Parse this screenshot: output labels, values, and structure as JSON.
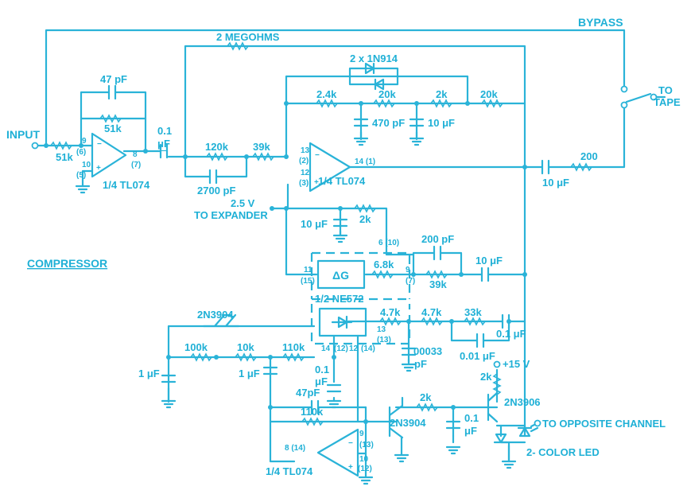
{
  "labels": {
    "bypass": "BYPASS",
    "two_megohms": "2 MEGOHMS",
    "diodes": "2 x 1N914",
    "to_tape_1": "TO",
    "to_tape_2": "TAPE",
    "input": "INPUT",
    "c47pf_top": "47 pF",
    "r51k_fb": "51k",
    "r51k_in": "51k",
    "c01uf_in_1": "0.1",
    "c01uf_in_2": "μF",
    "r120k": "120k",
    "r39k_a": "39k",
    "c2700pf": "2700 pF",
    "r24k": "2.4k",
    "r20k_a": "20k",
    "r2k_a": "2k",
    "r20k_b": "20k",
    "c470pf": "470 pF",
    "c10uf_a": "10 μF",
    "c10uf_out": "10 μF",
    "r200": "200",
    "tl074_1": "1/4 TL074",
    "tl074_2": "1/4 TL074",
    "tl074_3": "1/4 TL074",
    "v25_1": "2.5 V",
    "v25_2": "TO EXPANDER",
    "c10uf_b": "10 μF",
    "r2k_b": "2k",
    "c200pf": "200 pF",
    "c10uf_c": "10 μF",
    "compressor": "COMPRESSOR",
    "delta_g": "ΔG",
    "r68k": "6.8k",
    "r39k_b": "39k",
    "ne572": "1/2 NE572",
    "r47k_a": "4.7k",
    "r47k_b": "4.7k",
    "r33k": "33k",
    "c01uf_b": "0.1 μF",
    "c00033_1": "00033",
    "c00033_2": "pF",
    "c001uf": "0.01 μF",
    "q2n3904_top": "2N3904",
    "r100k": "100k",
    "r10k": "10k",
    "r110k_a": "110k",
    "c1uf_a": "1 μF",
    "c1uf_b": "1 μF",
    "c01uf_c_1": "0.1",
    "c01uf_c_2": "μF",
    "v15": "+15 V",
    "r2k_c": "2k",
    "q2n3906": "2N3906",
    "c47pf_b": "47pF",
    "r2k_d": "2k",
    "r110k_b": "110k",
    "q2n3904_b": "2N3904",
    "c01uf_d_1": "0.1",
    "c01uf_d_2": "μF",
    "opposite": "TO OPPOSITE CHANNEL",
    "led": "2- COLOR LED"
  },
  "pins": {
    "p9": "9",
    "p6": "(6)",
    "p10": "10",
    "p5": "(5)",
    "p8": "8",
    "p7": "(7)",
    "p13": "13",
    "p2": "(2)",
    "p12": "12",
    "p3": "(3)",
    "p14_1": "14 (1)",
    "p6_10": "6 (10)",
    "p11": "11",
    "p15": "(15)",
    "p9b": "9",
    "p7b": "(7)",
    "p13b": "13",
    "p13c": "(13)",
    "p14b": "14",
    "p12b": "(12)",
    "p12c": "12",
    "p14c": "(14)",
    "p8_14": "8 (14)",
    "p9c": "9",
    "p13d": "(13)",
    "p10b": "10",
    "p12d": "(12)"
  }
}
